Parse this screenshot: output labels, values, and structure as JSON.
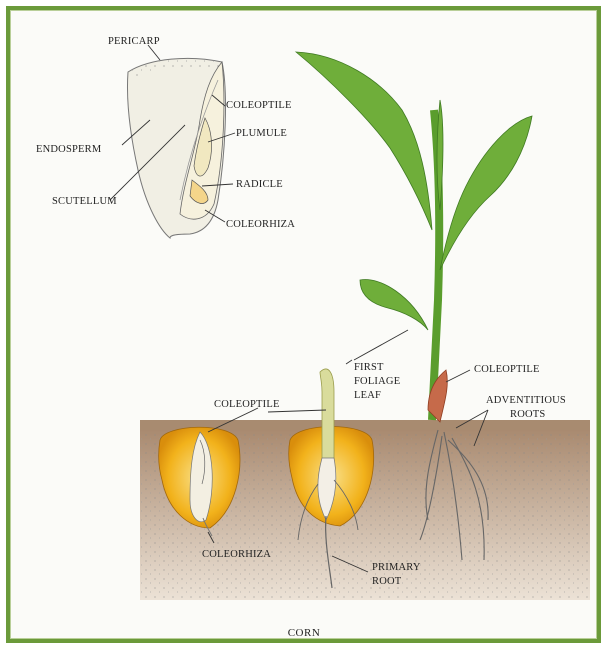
{
  "caption": "CORN",
  "seed_labels": {
    "pericarp": "PERICARP",
    "endosperm": "ENDOSPERM",
    "coleoptile": "COLEOPTILE",
    "plumule": "PLUMULE",
    "scutellum": "SCUTELLUM",
    "radicle": "RADICLE",
    "coleorhiza": "COLEORHIZA"
  },
  "seedling_labels": {
    "coleoptile_early": "COLEOPTILE",
    "coleorhiza_early": "COLEORHIZA",
    "first_foliage_leaf_1": "FIRST",
    "first_foliage_leaf_2": "FOLIAGE",
    "first_foliage_leaf_3": "LEAF",
    "coleoptile_late": "COLEOPTILE",
    "adventitious_1": "ADVENTITIOUS",
    "adventitious_2": "ROOTS",
    "primary_root_1": "PRIMARY",
    "primary_root_2": "ROOT"
  },
  "colors": {
    "frame": "#6b9a3a",
    "leaf": "#6fae3a",
    "leaf_dark": "#3f7a22",
    "kernel": "#f2b21b",
    "kernel_light": "#f7d65a",
    "soil": "#b99b80",
    "root": "#f3efe6"
  }
}
